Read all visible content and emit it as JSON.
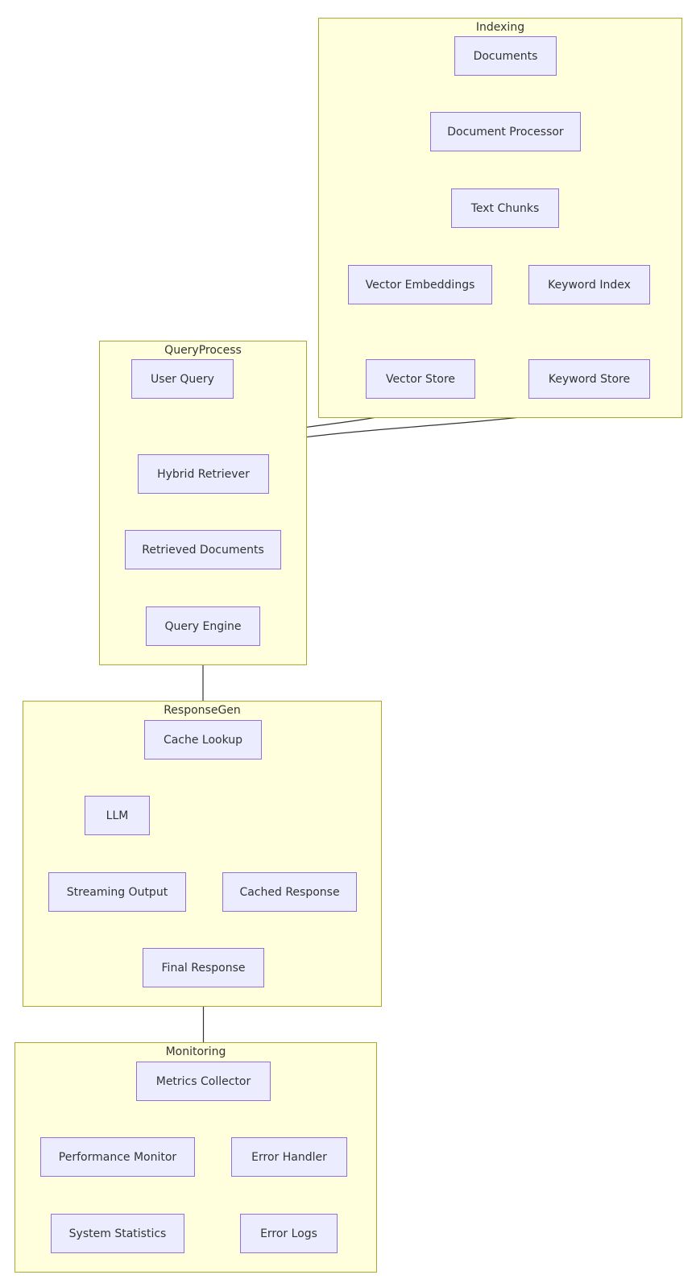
{
  "clusters": {
    "indexing": "Indexing",
    "query_process": "QueryProcess",
    "response_gen": "ResponseGen",
    "monitoring": "Monitoring"
  },
  "nodes": {
    "documents": "Documents",
    "document_processor": "Document Processor",
    "text_chunks": "Text Chunks",
    "vector_embeddings": "Vector Embeddings",
    "keyword_index": "Keyword Index",
    "vector_store": "Vector Store",
    "keyword_store": "Keyword Store",
    "user_query": "User Query",
    "hybrid_retriever": "Hybrid Retriever",
    "retrieved_documents": "Retrieved Documents",
    "query_engine": "Query Engine",
    "cache_lookup": "Cache Lookup",
    "llm": "LLM",
    "streaming_output": "Streaming Output",
    "cached_response": "Cached Response",
    "final_response": "Final Response",
    "metrics_collector": "Metrics Collector",
    "performance_monitor": "Performance Monitor",
    "error_handler": "Error Handler",
    "system_statistics": "System Statistics",
    "error_logs": "Error Logs"
  },
  "edges": [
    [
      "documents",
      "document_processor"
    ],
    [
      "document_processor",
      "text_chunks"
    ],
    [
      "text_chunks",
      "vector_embeddings"
    ],
    [
      "text_chunks",
      "keyword_index"
    ],
    [
      "vector_embeddings",
      "vector_store"
    ],
    [
      "keyword_index",
      "keyword_store"
    ],
    [
      "user_query",
      "hybrid_retriever"
    ],
    [
      "vector_store",
      "hybrid_retriever"
    ],
    [
      "keyword_store",
      "hybrid_retriever"
    ],
    [
      "hybrid_retriever",
      "retrieved_documents"
    ],
    [
      "retrieved_documents",
      "query_engine"
    ],
    [
      "query_engine",
      "cache_lookup"
    ],
    [
      "cache_lookup",
      "llm"
    ],
    [
      "cache_lookup",
      "cached_response"
    ],
    [
      "llm",
      "streaming_output"
    ],
    [
      "streaming_output",
      "final_response"
    ],
    [
      "cached_response",
      "final_response"
    ],
    [
      "final_response",
      "metrics_collector"
    ],
    [
      "metrics_collector",
      "performance_monitor"
    ],
    [
      "metrics_collector",
      "error_handler"
    ],
    [
      "performance_monitor",
      "system_statistics"
    ],
    [
      "error_handler",
      "error_logs"
    ]
  ],
  "colors": {
    "cluster_fill": "#ffffde",
    "cluster_border": "#aaaa33",
    "node_fill": "#ececff",
    "node_border": "#9370db",
    "edge": "#333333",
    "text": "#333333"
  }
}
